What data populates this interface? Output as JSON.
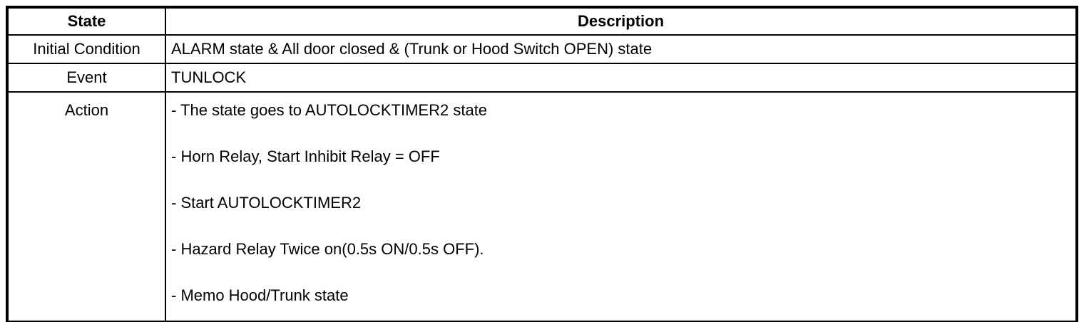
{
  "table": {
    "header": {
      "state_label": "State",
      "description_label": "Description"
    },
    "rows": [
      {
        "label": "Initial Condition",
        "description": "ALARM state & All door closed & (Trunk or Hood Switch OPEN) state"
      },
      {
        "label": "Event",
        "description": "TUNLOCK"
      },
      {
        "label": "Action",
        "lines": [
          "- The state goes to AUTOLOCKTIMER2 state",
          "- Horn Relay, Start Inhibit Relay = OFF",
          "- Start AUTOLOCKTIMER2",
          "- Hazard Relay Twice on(0.5s ON/0.5s OFF).",
          "- Memo Hood/Trunk state"
        ]
      }
    ],
    "colors": {
      "border": "#000000",
      "text": "#000000",
      "background": "#ffffff"
    }
  }
}
